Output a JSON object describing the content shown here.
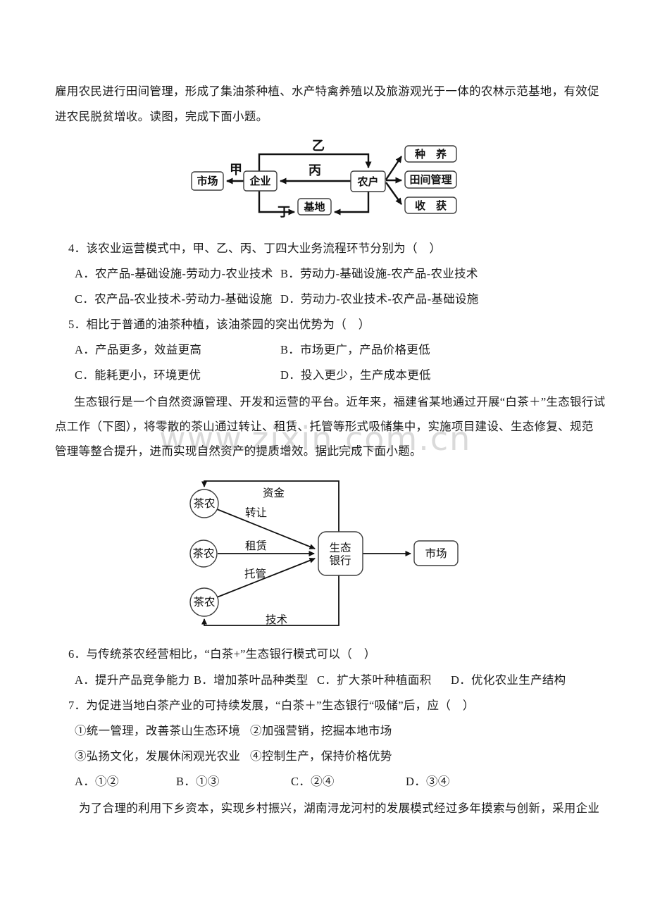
{
  "watermark": {
    "text": "www.zixin.com.cn",
    "color": "#dadada"
  },
  "paragraphs": {
    "p1": {
      "line1": "雇用农民进行田间管理，形成了集油茶种植、水产特禽养殖以及旅游观光于一体的农林示范基地，有效促",
      "line2": "进农民脱贫增收。读图，完成下面小题。"
    },
    "p2": {
      "line1": "生态银行是一个自然资源管理、开发和运营的平台。近年来，福建省某地通过开展“白茶＋”生态银行试",
      "line2": "点工作（下图），将零散的茶山通过转让、租赁、托管等形式吸储集中，实施项目建设、生态修复、规范",
      "line3": "管理等整合提升，进而实现自然资产的提质增效。据此完成下面小题。"
    },
    "p3": {
      "line1": "为了合理的利用下乡资本，实现乡村振兴，湖南浔龙河村的发展模式经过多年摸索与创新，采用企业"
    }
  },
  "diagram1": {
    "boxes": {
      "market": "市场",
      "enterprise": "企业",
      "farmer": "农户",
      "base": "基地",
      "planting": "种　养",
      "field_mgmt": "田间管理",
      "harvest": "收　获"
    },
    "labels": {
      "jia": "甲",
      "yi": "乙",
      "bing": "丙",
      "ding": "丁"
    }
  },
  "diagram2": {
    "farmer1": "茶农",
    "farmer2": "茶农",
    "farmer3": "茶农",
    "bank_line1": "生态",
    "bank_line2": "银行",
    "market": "市场",
    "flows": {
      "funds": "资金",
      "transfer": "转让",
      "lease": "租赁",
      "trusteeship": "托管",
      "technology": "技术"
    }
  },
  "questions": {
    "q4": {
      "stem": "4．该农业运营模式中，甲、乙、丙、丁四大业务流程环节分别为（　）",
      "options": [
        "A．农产品-基础设施-劳动力-农业技术",
        "B．劳动力-基础设施-农产品-农业技术",
        "C．农产品-农业技术-劳动力-基础设施",
        "D．劳动力-农业技术-农产品-基础设施"
      ]
    },
    "q5": {
      "stem": "5．相比于普通的油茶种植，该油茶园的突出优势为（　）",
      "options": [
        "A．产品更多，效益更高",
        "B．市场更广，产品价格更低",
        "C．能耗更小，环境更优",
        "D．投入更少，生产成本更低"
      ]
    },
    "q6": {
      "stem": "6．与传统茶农经营相比，“白茶+”生态银行模式可以（　）",
      "options": [
        "A．提升产品竞争能力",
        "B．增加茶叶品种类型",
        "C．扩大茶叶种植面积",
        "D．优化农业生产结构"
      ]
    },
    "q7": {
      "stem": "7．为促进当地白茶产业的可持续发展，“白茶＋”生态银行“吸储”后，应（　）",
      "items": [
        "①统一管理，改善茶山生态环境",
        "②加强营销，挖掘本地市场",
        "③弘扬文化，发展休闲观光农业",
        "④控制生产，保持价格优势"
      ],
      "options": [
        "A．①②",
        "B．①③",
        "C．②④",
        "D．③④"
      ]
    }
  }
}
